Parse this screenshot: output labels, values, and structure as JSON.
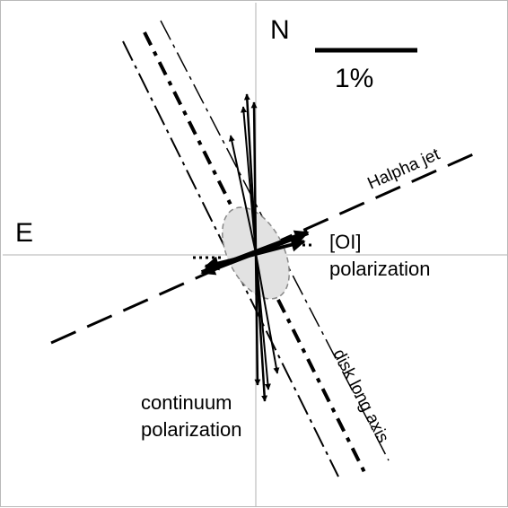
{
  "figure": {
    "north_label": "N",
    "east_label": "E",
    "scale_label": "1%"
  },
  "labels": {
    "halpha_jet": "Halpha jet",
    "oi_line1": "[OI]",
    "oi_line2": "polarization",
    "disk_axis": "disk long axis",
    "continuum_line1": "continuum",
    "continuum_line2": "polarization"
  },
  "colors": {
    "axes": "#b0b0b0",
    "ink": "#000000",
    "ellipse_fill": "#e2e2e2",
    "ellipse_stroke": "#888888"
  }
}
